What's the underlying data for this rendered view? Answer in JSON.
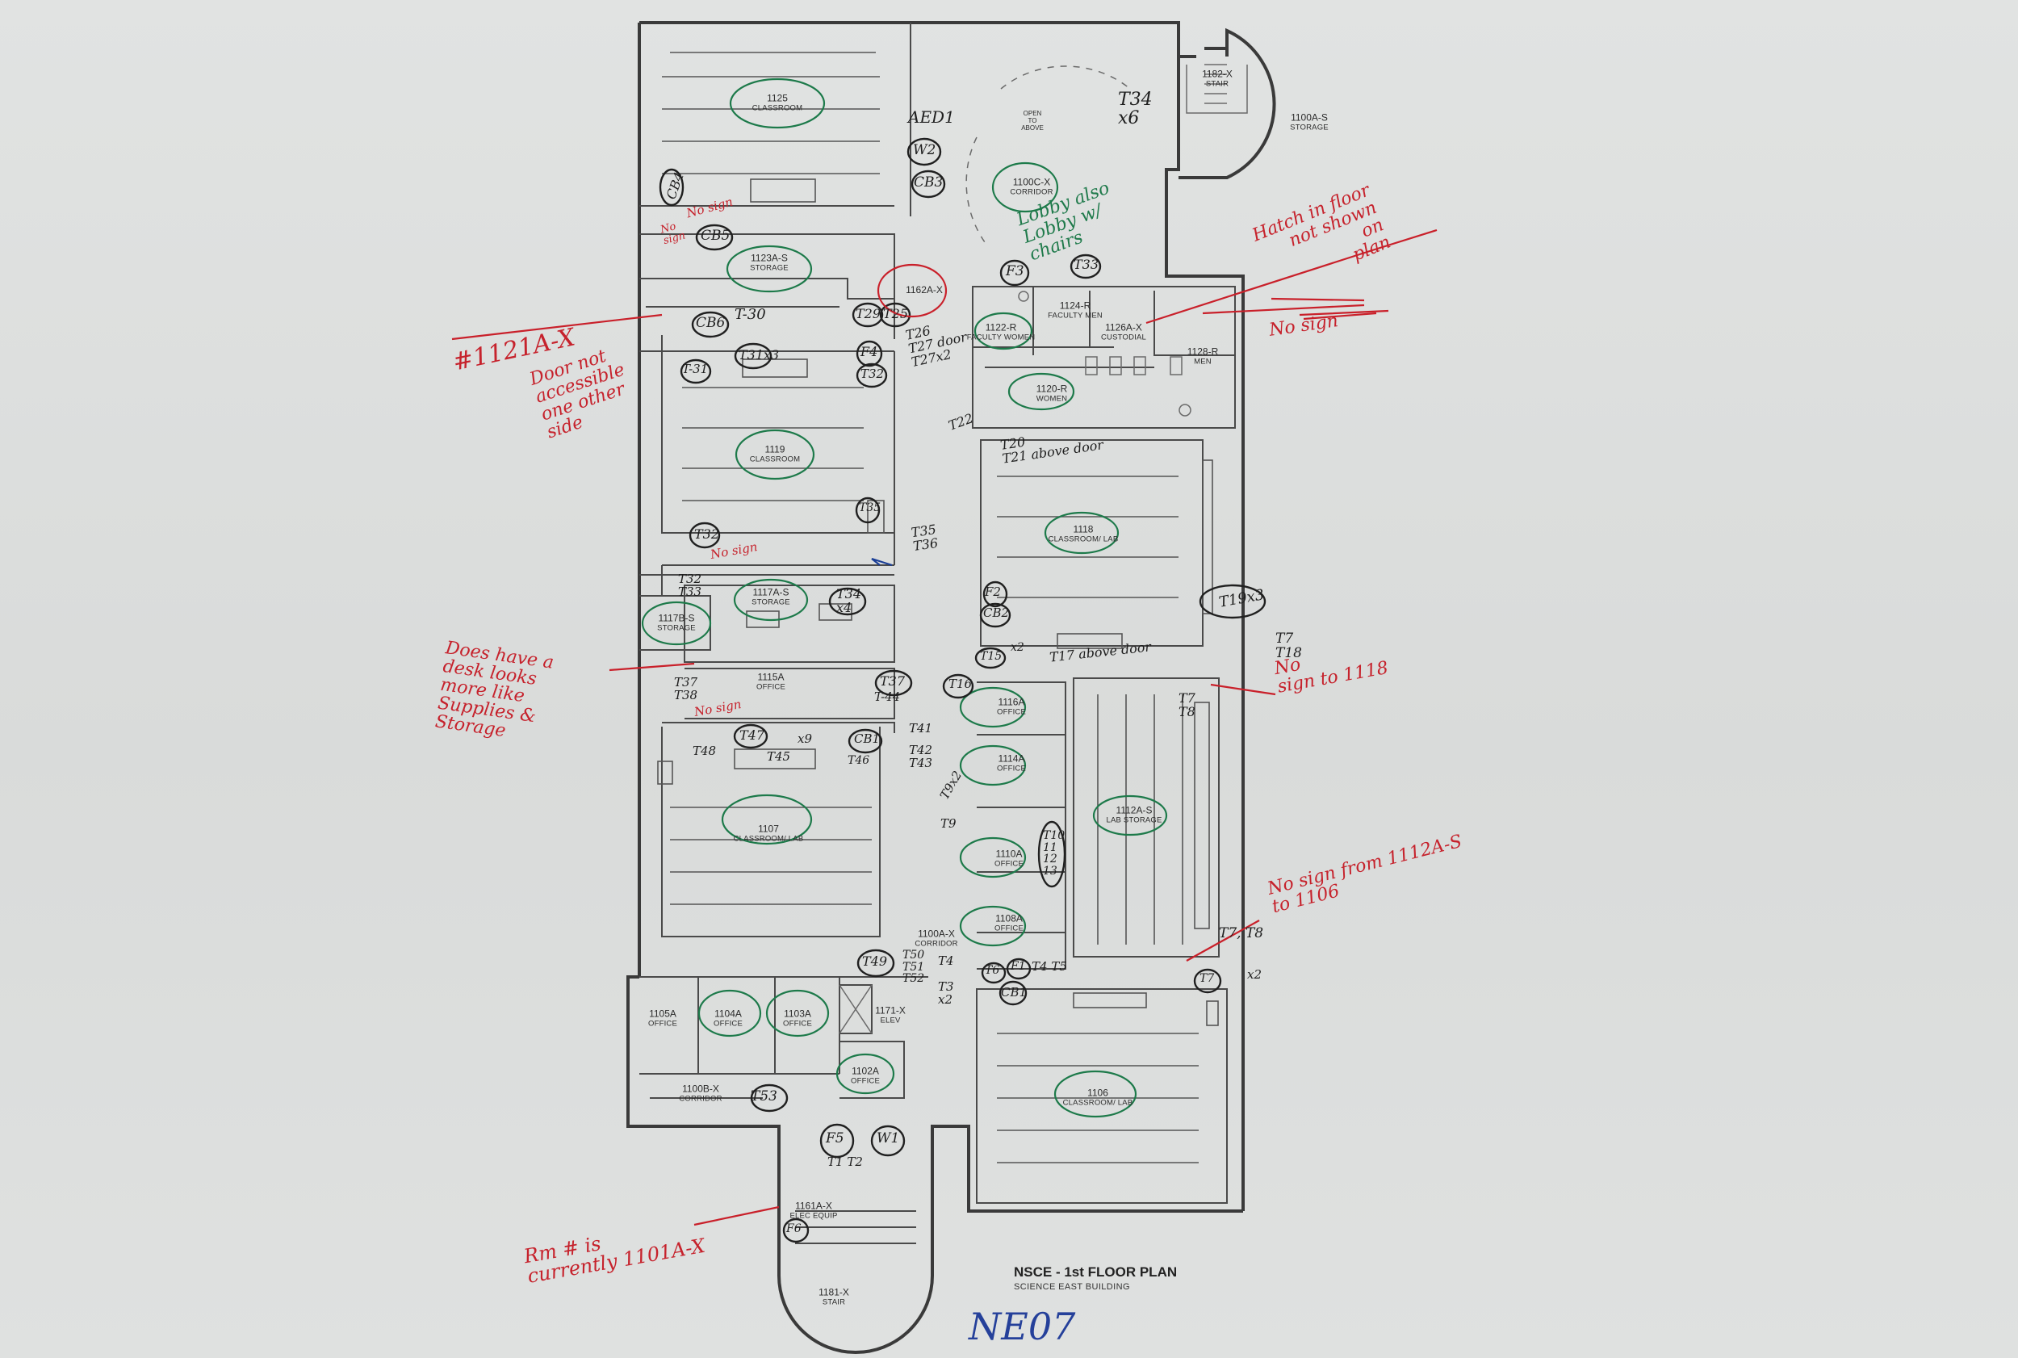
{
  "drawing": {
    "title": "NSCE - 1st FLOOR PLAN",
    "subtitle": "SCIENCE EAST BUILDING",
    "sheet_id": "NE07",
    "open_to_above": "OPEN\nTO\nABOVE"
  },
  "rooms": [
    {
      "id": "r1125",
      "number": "1125",
      "name": "CLASSROOM"
    },
    {
      "id": "r1182",
      "number": "1182-X",
      "name": "STAIR"
    },
    {
      "id": "r1100S",
      "number": "1100A-S",
      "name": "STORAGE"
    },
    {
      "id": "r1100C",
      "number": "1100C-X",
      "name": "CORRIDOR"
    },
    {
      "id": "r1123",
      "number": "1123A-S",
      "name": "STORAGE"
    },
    {
      "id": "r1162",
      "number": "1162A-X",
      "name": ""
    },
    {
      "id": "r1124",
      "number": "1124-R",
      "name": "FACULTY MEN"
    },
    {
      "id": "r1122",
      "number": "1122-R",
      "name": "FACULTY WOMEN"
    },
    {
      "id": "r1126",
      "number": "1126A-X",
      "name": "CUSTODIAL"
    },
    {
      "id": "r1128",
      "number": "1128-R",
      "name": "MEN"
    },
    {
      "id": "r1120",
      "number": "1120-R",
      "name": "WOMEN"
    },
    {
      "id": "r1119",
      "number": "1119",
      "name": "CLASSROOM"
    },
    {
      "id": "r1118",
      "number": "1118",
      "name": "CLASSROOM/ LAB"
    },
    {
      "id": "r1117A",
      "number": "1117A-S",
      "name": "STORAGE"
    },
    {
      "id": "r1117B",
      "number": "1117B-S",
      "name": "STORAGE"
    },
    {
      "id": "r1115",
      "number": "1115A",
      "name": "OFFICE"
    },
    {
      "id": "r1116",
      "number": "1116A",
      "name": "OFFICE"
    },
    {
      "id": "r1114",
      "number": "1114A",
      "name": "OFFICE"
    },
    {
      "id": "r1112",
      "number": "1112A-S",
      "name": "LAB STORAGE"
    },
    {
      "id": "r1107",
      "number": "1107",
      "name": "CLASSROOM/ LAB"
    },
    {
      "id": "r1110",
      "number": "1110A",
      "name": "OFFICE"
    },
    {
      "id": "r1108",
      "number": "1108A",
      "name": "OFFICE"
    },
    {
      "id": "r1100A",
      "number": "1100A-X",
      "name": "CORRIDOR"
    },
    {
      "id": "r1105",
      "number": "1105A",
      "name": "OFFICE"
    },
    {
      "id": "r1104",
      "number": "1104A",
      "name": "OFFICE"
    },
    {
      "id": "r1103",
      "number": "1103A",
      "name": "OFFICE"
    },
    {
      "id": "r1171",
      "number": "1171-X",
      "name": "ELEV"
    },
    {
      "id": "r1102",
      "number": "1102A",
      "name": "OFFICE"
    },
    {
      "id": "r1100B",
      "number": "1100B-X",
      "name": "CORRIDOR"
    },
    {
      "id": "r1106",
      "number": "1106",
      "name": "CLASSROOM/ LAB"
    },
    {
      "id": "r1161",
      "number": "1161A-X",
      "name": "ELEC EQUIP"
    },
    {
      "id": "r1181",
      "number": "1181-X",
      "name": "STAIR"
    }
  ],
  "notes_red": [
    {
      "id": "n1",
      "text": "#1121A-X"
    },
    {
      "id": "n2",
      "text": "Door not\naccessible\none other\nside"
    },
    {
      "id": "n3",
      "text": "Hatch in floor\nnot shown\non\nplan"
    },
    {
      "id": "n4",
      "text": "No sign"
    },
    {
      "id": "n5",
      "text": "Does have a\ndesk looks\nmore like\nSupplies &\nStorage"
    },
    {
      "id": "n6",
      "text": "No\nsign to 1118"
    },
    {
      "id": "n7",
      "text": "No sign from 1112A-S\nto 1106"
    },
    {
      "id": "n8",
      "text": "Rm # is\ncurrently 1101A-X"
    },
    {
      "id": "n9",
      "text": "No sign"
    },
    {
      "id": "n10",
      "text": "No\nsign"
    },
    {
      "id": "n11",
      "text": "No sign"
    },
    {
      "id": "n12",
      "text": "No sign"
    }
  ],
  "notes_green": [
    {
      "id": "g1",
      "text": "Lobby also\nLobby w/\nchairs"
    }
  ],
  "notes_black": [
    {
      "id": "b1",
      "text": "T34\nx6"
    },
    {
      "id": "b2",
      "text": "AED1"
    },
    {
      "id": "b3",
      "text": "W2"
    },
    {
      "id": "b4",
      "text": "CB3"
    },
    {
      "id": "b5",
      "text": "CB4"
    },
    {
      "id": "b6",
      "text": "CB5"
    },
    {
      "id": "b7",
      "text": "F3"
    },
    {
      "id": "b8",
      "text": "T33"
    },
    {
      "id": "b9",
      "text": "CB6"
    },
    {
      "id": "b10",
      "text": "T-30"
    },
    {
      "id": "b11",
      "text": "T29"
    },
    {
      "id": "b12",
      "text": "T25"
    },
    {
      "id": "b13",
      "text": "T26\nT27 door\nT27x2"
    },
    {
      "id": "b14",
      "text": "T31x3"
    },
    {
      "id": "b15",
      "text": "F4"
    },
    {
      "id": "b16",
      "text": "T-31"
    },
    {
      "id": "b17",
      "text": "T32"
    },
    {
      "id": "b18",
      "text": "T22"
    },
    {
      "id": "b19",
      "text": "T20\nT21 above door"
    },
    {
      "id": "b20",
      "text": "T35"
    },
    {
      "id": "b21",
      "text": "T35\nT36"
    },
    {
      "id": "b22",
      "text": "T32"
    },
    {
      "id": "b23",
      "text": "T32\nT33"
    },
    {
      "id": "b24",
      "text": "T34\nx4"
    },
    {
      "id": "b25",
      "text": "T19x3"
    },
    {
      "id": "b26",
      "text": "F2"
    },
    {
      "id": "b27",
      "text": "CB2"
    },
    {
      "id": "b28",
      "text": "T15"
    },
    {
      "id": "b29",
      "text": "x2"
    },
    {
      "id": "b30",
      "text": "T17 above door"
    },
    {
      "id": "b31",
      "text": "T7\nT18"
    },
    {
      "id": "b32",
      "text": "T37\nT38"
    },
    {
      "id": "b33",
      "text": "T37"
    },
    {
      "id": "b34",
      "text": "T-44"
    },
    {
      "id": "b35",
      "text": "T16"
    },
    {
      "id": "b36",
      "text": "T7\nT8"
    },
    {
      "id": "b37",
      "text": "T48"
    },
    {
      "id": "b38",
      "text": "T47"
    },
    {
      "id": "b39",
      "text": "x9"
    },
    {
      "id": "b40",
      "text": "CB1"
    },
    {
      "id": "b41",
      "text": "T41"
    },
    {
      "id": "b42",
      "text": "T42\nT43"
    },
    {
      "id": "b43",
      "text": "T45"
    },
    {
      "id": "b44",
      "text": "T46"
    },
    {
      "id": "b45",
      "text": "T9x2"
    },
    {
      "id": "b46",
      "text": "T9"
    },
    {
      "id": "b47",
      "text": "T10\n11\n12\n13"
    },
    {
      "id": "b48",
      "text": "T49"
    },
    {
      "id": "b49",
      "text": "T50\nT51\nT52"
    },
    {
      "id": "b50",
      "text": "T4"
    },
    {
      "id": "b51",
      "text": "T3\nx2"
    },
    {
      "id": "b52",
      "text": "T6"
    },
    {
      "id": "b53",
      "text": "F1"
    },
    {
      "id": "b54",
      "text": "T4 T5"
    },
    {
      "id": "b55",
      "text": "CB1"
    },
    {
      "id": "b56",
      "text": "T7, T8"
    },
    {
      "id": "b57",
      "text": "T7"
    },
    {
      "id": "b58",
      "text": "x2"
    },
    {
      "id": "b59",
      "text": "T53"
    },
    {
      "id": "b60",
      "text": "F5"
    },
    {
      "id": "b61",
      "text": "W1"
    },
    {
      "id": "b62",
      "text": "T1 T2"
    },
    {
      "id": "b63",
      "text": "F6"
    }
  ]
}
